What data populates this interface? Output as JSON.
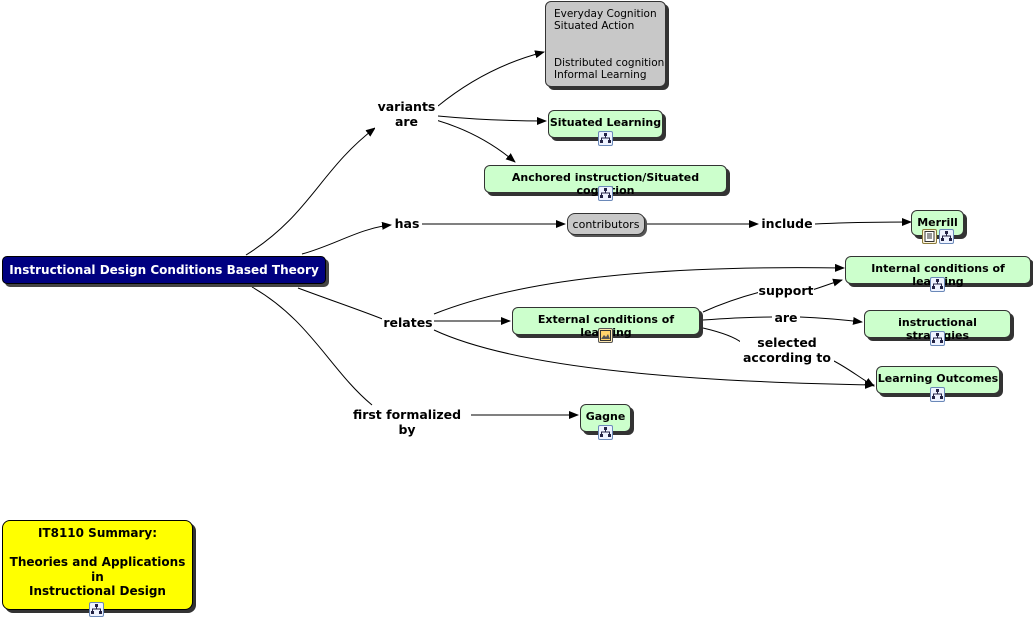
{
  "root": {
    "label": "Instructional Design Conditions Based Theory"
  },
  "concepts": {
    "variants_info": {
      "heading": "Everyday Cognition\nSituated Action",
      "list": "Distributed cognition\nInformal Learning"
    },
    "situated_learning": "Situated Learning",
    "anchored_instruction": "Anchored instruction/Situated cognition",
    "contributors": "contributors",
    "merrill": "Merrill",
    "internal_conditions": "Internal conditions of learning",
    "external_conditions": "External conditions of learning",
    "instructional_strategies": "instructional strategies",
    "learning_outcomes": "Learning Outcomes",
    "gagne": "Gagne",
    "summary": "IT8110 Summary:\n\nTheories and Applications\nin\nInstructional Design"
  },
  "links": {
    "variants_are": "variants\nare",
    "has": "has",
    "include": "include",
    "relates": "relates",
    "support": "support",
    "are": "are",
    "selected_according_to": "selected\naccording to",
    "first_formalized_by": "first formalized by"
  },
  "icons": {
    "concept_map": "concept-map-icon",
    "document": "document-icon",
    "image": "image-icon"
  },
  "colors": {
    "root_fill": "#000080",
    "concept_fill": "#ccffcc",
    "gray_fill": "#c8c8c8",
    "summary_fill": "#ffff00"
  }
}
